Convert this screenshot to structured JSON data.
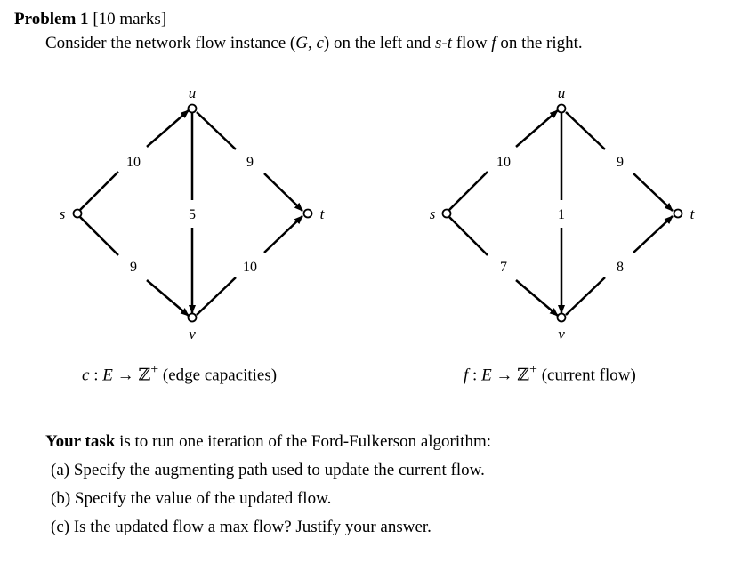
{
  "problem": {
    "title": "Problem 1",
    "marks": "[10 marks]"
  },
  "intro": {
    "t1": "Consider the network flow instance (",
    "G": "G",
    "comma": ", ",
    "c": "c",
    "t2": ") on the left and ",
    "s": "s",
    "dash": "-",
    "t": "t",
    "t3": " flow ",
    "f": "f",
    "t4": " on the right."
  },
  "capacity_graph": {
    "vertices": {
      "s": "s",
      "u": "u",
      "v": "v",
      "t": "t"
    },
    "edges": {
      "su": "10",
      "sv": "9",
      "uv": "5",
      "ut": "9",
      "vt": "10"
    },
    "caption": {
      "fn": "c",
      "map": " : ",
      "E": "E",
      "rest": " → ℤ",
      "sup": "+",
      "desc": " (edge capacities)"
    }
  },
  "flow_graph": {
    "vertices": {
      "s": "s",
      "u": "u",
      "v": "v",
      "t": "t"
    },
    "edges": {
      "su": "10",
      "sv": "7",
      "uv": "1",
      "ut": "9",
      "vt": "8"
    },
    "caption": {
      "fn": "f",
      "map": " : ",
      "E": "E",
      "rest": " → ℤ",
      "sup": "+",
      "desc": " (current flow)"
    }
  },
  "task": {
    "bold": "Your task",
    "rest": " is to run one iteration of the Ford-Fulkerson algorithm:",
    "items": [
      "(a)  Specify the augmenting path used to update the current flow.",
      "(b)  Specify the value of the updated flow.",
      "(c)  Is the updated flow a max flow? Justify your answer."
    ]
  }
}
